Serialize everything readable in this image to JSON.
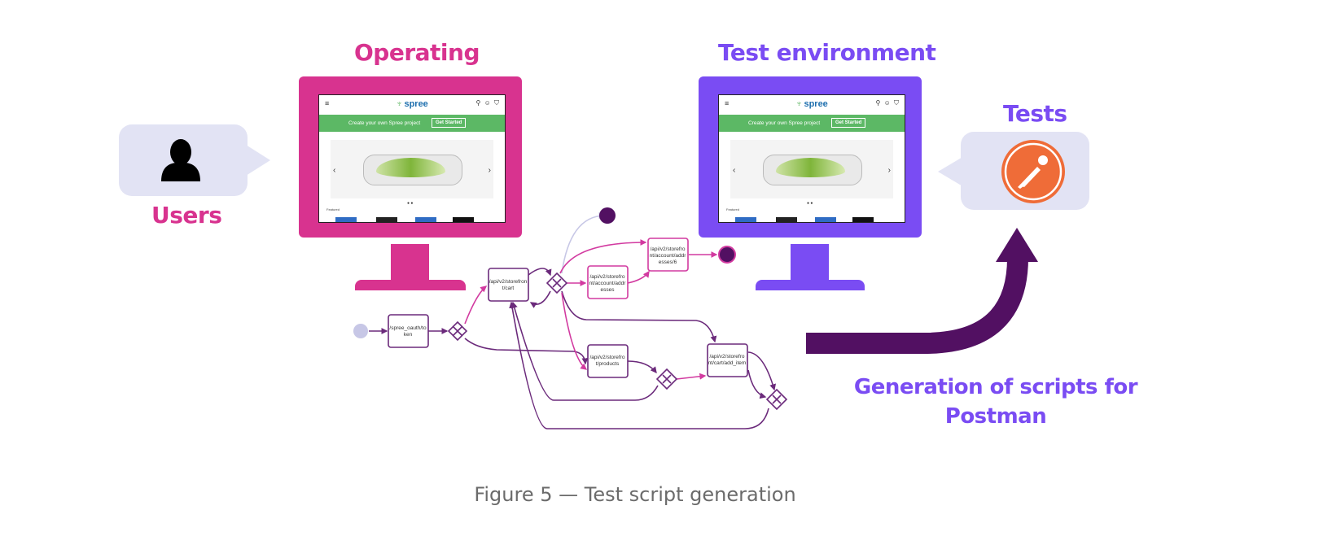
{
  "labels": {
    "operating_title": "Operating",
    "operating_title_line2": "environment",
    "test_env_title": "Test environment",
    "tests_title": "Tests",
    "users_label": "Users",
    "generation_line1": "Generation of scripts for",
    "generation_line2": "Postman"
  },
  "screen": {
    "logo_text": "spree",
    "menu_icon": "hamburger-menu-icon",
    "banner_text": "Create your own Spree project",
    "banner_button": "Get Started",
    "featured_label": "Featured"
  },
  "flow_nodes": {
    "token": [
      "/spree_oauth/to",
      "ken"
    ],
    "cart": [
      "/api/v2/storefron",
      "t/cart"
    ],
    "addresses": [
      "/api/v2/storefro",
      "nt/account/addr",
      "esses"
    ],
    "addresses_id": [
      "/api/v2/storefro",
      "nt/account/addr",
      "esses/6"
    ],
    "products": [
      "/api/v2/storefro",
      "t/products"
    ],
    "add_item": [
      "/api/v2/storefro",
      "nt/cart/add_item"
    ]
  },
  "caption": "Figure 5 — Test script generation",
  "colors": {
    "pink": "#d8338f",
    "violet": "#7a4cf3",
    "dark_purple": "#521062",
    "bubble": "#e2e3f4",
    "postman_orange": "#ef6c38",
    "flow_pink": "#d23aa0",
    "flow_purple": "#6b2a7b"
  },
  "icons": [
    "user-silhouette-icon",
    "postman-logo-icon",
    "big-arrow-icon",
    "gateway-x-icon",
    "start-event-icon",
    "end-event-icon"
  ]
}
